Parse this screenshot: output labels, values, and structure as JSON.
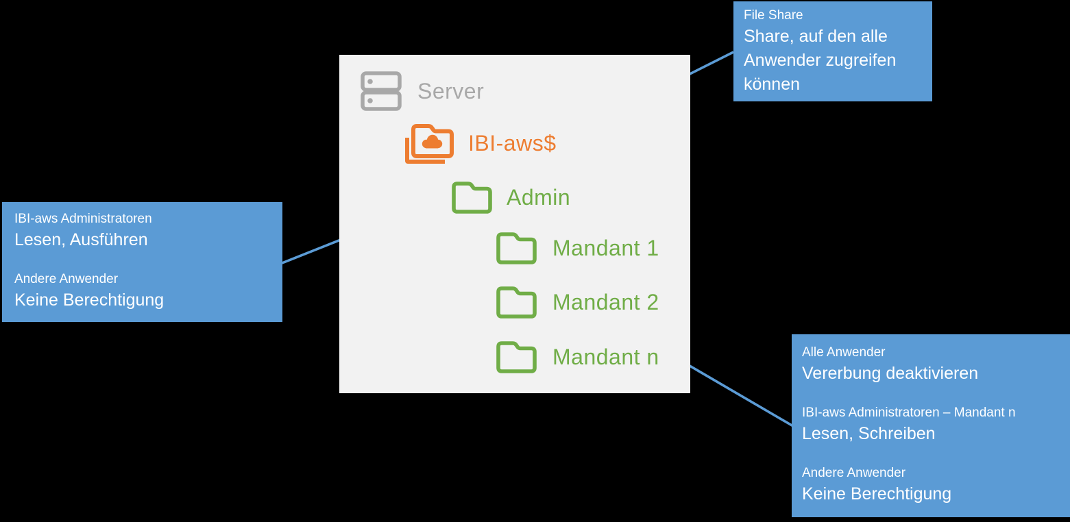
{
  "colors": {
    "background": "#000000",
    "panel_background": "#F2F2F2",
    "callout_blue": "#5B9BD5",
    "callout_text": "#FFFFFF",
    "arrow_blue": "#5B9BD5",
    "server_gray": "#A8A8A8",
    "share_orange": "#ED7D31",
    "folder_green": "#70AD47"
  },
  "panel": {
    "server_label": "Server",
    "tree": [
      {
        "label": "IBI-aws$",
        "icon": "shared-cloud-folder",
        "color": "#ED7D31",
        "level": 1
      },
      {
        "label": "Admin",
        "icon": "folder",
        "color": "#70AD47",
        "level": 2
      },
      {
        "label": "Mandant 1",
        "icon": "folder",
        "color": "#70AD47",
        "level": 3
      },
      {
        "label": "Mandant 2",
        "icon": "folder",
        "color": "#70AD47",
        "level": 3
      },
      {
        "label": "Mandant n",
        "icon": "folder",
        "color": "#70AD47",
        "level": 3
      }
    ]
  },
  "callouts": {
    "file_share": {
      "target": "IBI-aws$",
      "title": "File Share",
      "body": "Share, auf den alle\nAnwender zugreifen\nkönnen"
    },
    "admin": {
      "target": "Admin",
      "sections": [
        {
          "group": "IBI-aws Administratoren",
          "permission": "Lesen, Ausführen"
        },
        {
          "group": "Andere Anwender",
          "permission": "Keine Berechtigung"
        }
      ]
    },
    "mandant": {
      "target": "Mandant n",
      "sections": [
        {
          "group": "Alle Anwender",
          "permission": "Vererbung deaktivieren"
        },
        {
          "group": "IBI-aws Administratoren – Mandant n",
          "permission": "Lesen, Schreiben"
        },
        {
          "group": "Andere Anwender",
          "permission": "Keine Berechtigung"
        }
      ]
    }
  }
}
